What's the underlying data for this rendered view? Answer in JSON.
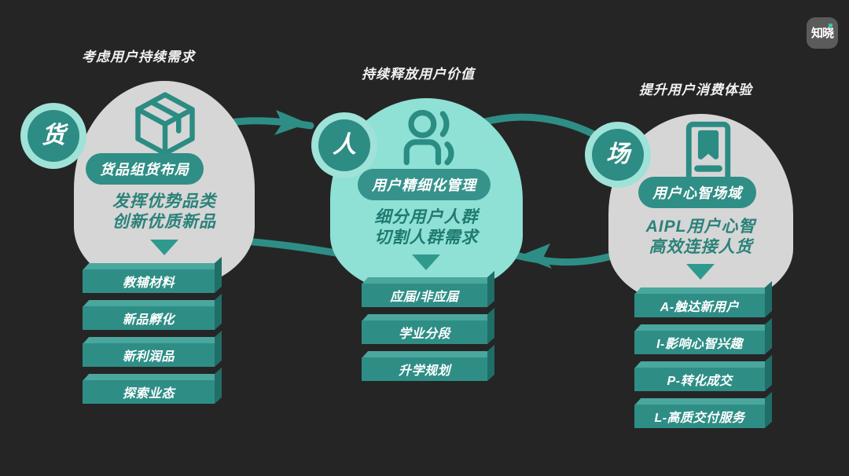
{
  "page": {
    "background_color": "#252525",
    "accent_teal": "#2e8e86",
    "accent_mint": "#8fe0d5",
    "accent_grey": "#d6d6d6"
  },
  "watermark": {
    "label": "知晓",
    "dot_color": "#34c8a8"
  },
  "columns": [
    {
      "key": "goods",
      "title": "考虑用户持续需求",
      "badge_char": "货",
      "icon": "package-box-icon",
      "pill_label": "货品组货布局",
      "sub_line_1": "发挥优势品类",
      "sub_line_2": "创新优质新品",
      "blob_style": "grey",
      "items": [
        "教辅材料",
        "新品孵化",
        "新利润品",
        "探索业态"
      ]
    },
    {
      "key": "people",
      "title": "持续释放用户价值",
      "badge_char": "人",
      "icon": "user-group-icon",
      "pill_label": "用户精细化管理",
      "sub_line_1": "细分用户人群",
      "sub_line_2": "切割人群需求",
      "blob_style": "mint",
      "items": [
        "应届/非应届",
        "学业分段",
        "升学规划"
      ]
    },
    {
      "key": "place",
      "title": "提升用户消费体验",
      "badge_char": "场",
      "icon": "book-bookmark-icon",
      "pill_label": "用户心智场域",
      "sub_line_1": "AIPL用户心智",
      "sub_line_2": "高效连接人货",
      "blob_style": "grey",
      "items": [
        "A-触达新用户",
        "I-影响心智兴趣",
        "P-转化成交",
        "L-高质交付服务"
      ]
    }
  ],
  "connectors": [
    {
      "name": "goods-to-people-top",
      "direction": "right",
      "has_arrowhead": true
    },
    {
      "name": "people-to-place-top",
      "direction": "right",
      "has_arrowhead": false
    },
    {
      "name": "place-to-people-bottom",
      "direction": "left",
      "has_arrowhead": true
    },
    {
      "name": "people-to-goods-bottom",
      "direction": "left",
      "has_arrowhead": false
    }
  ]
}
